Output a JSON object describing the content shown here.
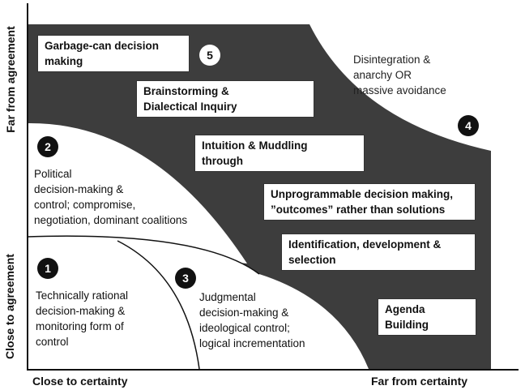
{
  "axes": {
    "y_top": "Far from agreement",
    "y_bottom": "Close to agreement",
    "x_left": "Close to certainty",
    "x_right": "Far from certainty"
  },
  "zones": {
    "z1": {
      "number": "1",
      "lines": [
        "Technically rational",
        "decision-making &",
        "monitoring form of",
        "control"
      ]
    },
    "z2": {
      "number": "2",
      "lines": [
        "Political",
        "decision-making &",
        "control; compromise,",
        "negotiation, dominant coalitions"
      ]
    },
    "z3": {
      "number": "3",
      "lines": [
        "Judgmental",
        "decision-making &",
        "ideological control;",
        "logical incrementation"
      ]
    },
    "z4": {
      "number": "4",
      "lines": [
        "Disintegration &",
        "anarchy OR",
        "massive avoidance"
      ]
    },
    "z5": {
      "number": "5"
    }
  },
  "boxes": {
    "garbage_can": [
      "Garbage-can decision",
      "making"
    ],
    "brainstorming": [
      "Brainstorming &",
      "Dialectical Inquiry"
    ],
    "intuition": [
      "Intuition & Muddling",
      "through"
    ],
    "unprogrammable": [
      "Unprogrammable decision making,",
      "”outcomes” rather than solutions"
    ],
    "identification": [
      "Identification, development &",
      "selection"
    ],
    "agenda": [
      "Agenda",
      "Building"
    ]
  },
  "colors": {
    "dark_region": "#3d3d3d",
    "light": "#ffffff",
    "ink": "#111111"
  }
}
